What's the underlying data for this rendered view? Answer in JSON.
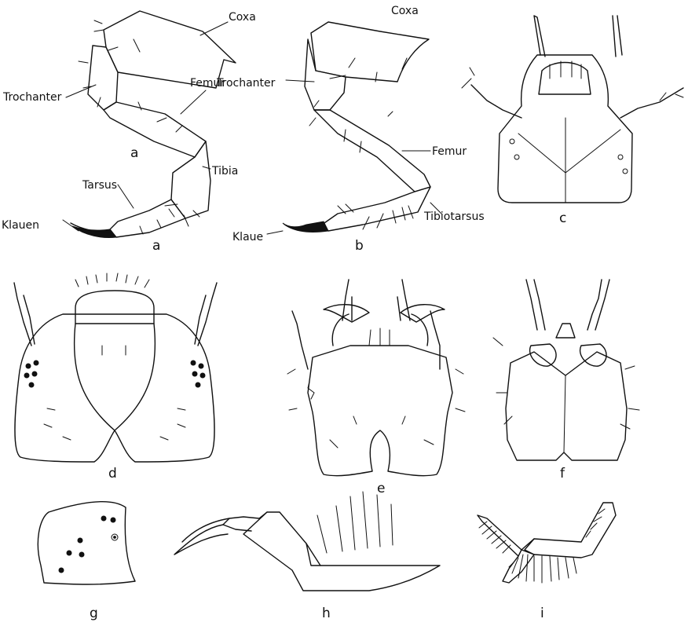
{
  "figure_a": {
    "letter_mid": "a",
    "letter_bottom": "a",
    "labels": {
      "coxa": "Coxa",
      "trochanter": "Trochanter",
      "femur": "Femur",
      "tibia": "Tibia",
      "tarsus": "Tarsus",
      "claws": "Klauen"
    }
  },
  "figure_b": {
    "letter": "b",
    "labels": {
      "coxa": "Coxa",
      "trochanter": "Trochanter",
      "femur": "Femur",
      "tibiotarsus": "Tibiotarsus",
      "claw": "Klaue"
    }
  },
  "panel_letters": {
    "c": "c",
    "d": "d",
    "e": "e",
    "f": "f",
    "g": "g",
    "h": "h",
    "i": "i"
  }
}
